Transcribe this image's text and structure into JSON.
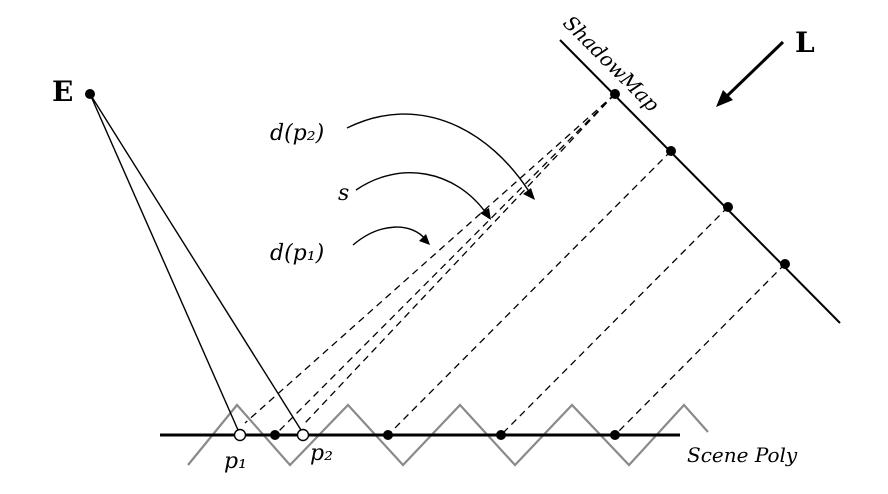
{
  "labels": {
    "eye": "E",
    "light": "L",
    "shadow_map": "ShadowMap",
    "scene_poly": "Scene Poly",
    "d_p2": "d(p₂)",
    "s": "s",
    "d_p1": "d(p₁)",
    "p1": "p₁",
    "p2": "p₂"
  }
}
